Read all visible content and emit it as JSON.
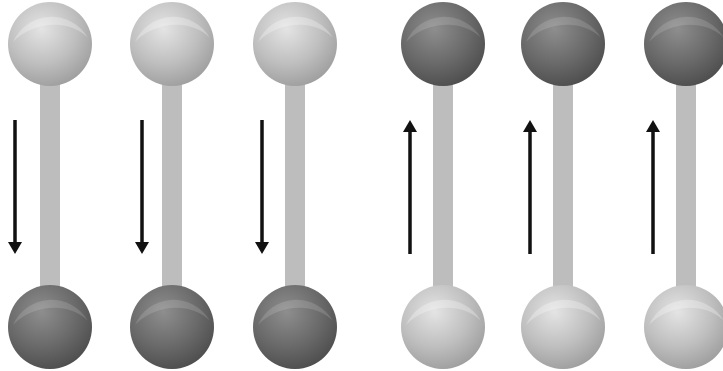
{
  "colors": {
    "background": "#ffffff",
    "rod": "#bdbdbd",
    "arrow": "#111111",
    "light_ball_highlight": "#e4e4e4",
    "light_ball_base": "#bfbfbf",
    "light_ball_shadow": "#9a9a9a",
    "dark_ball_highlight": "#8e8e8e",
    "dark_ball_base": "#6a6a6a",
    "dark_ball_shadow": "#4a4a4a"
  },
  "dumbbells": [
    {
      "top": "light",
      "bottom": "dark",
      "arrow": "down"
    },
    {
      "top": "light",
      "bottom": "dark",
      "arrow": "down"
    },
    {
      "top": "light",
      "bottom": "dark",
      "arrow": "down"
    },
    {
      "top": "dark",
      "bottom": "light",
      "arrow": "up"
    },
    {
      "top": "dark",
      "bottom": "light",
      "arrow": "up"
    },
    {
      "top": "dark",
      "bottom": "light",
      "arrow": "up"
    }
  ]
}
